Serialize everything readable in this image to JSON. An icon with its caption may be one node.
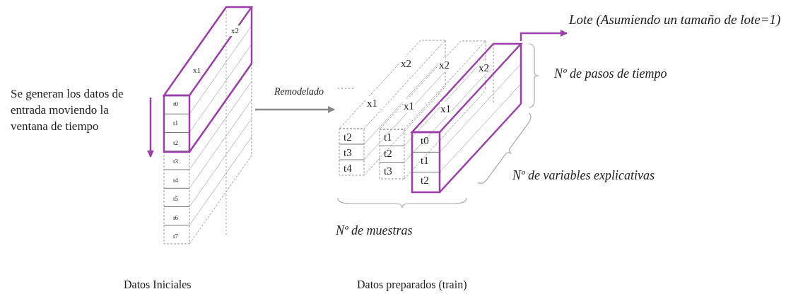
{
  "diagram": {
    "nodes": [
      {
        "text": [],
        "shape": "box"
      },
      {
        "text": [],
        "shape": "box"
      },
      {
        "text": [],
        "shape": "box"
      },
      {
        "text": [
          "Lote (Asumiendo un tamaño de lote=1)"
        ]
      }
    ],
    "edges": [
      {
        "from": 0,
        "to": 1,
        "arrow": "to",
        "label": "Remodelado"
      },
      {
        "from": 2,
        "to": 3,
        "arrow": "to",
        "color": "#9b3fa8"
      }
    ],
    "labels": [
      "Se generan los datos de entrada moviendo la ventana de tiempo",
      "x2",
      "x1",
      "t0",
      "t1",
      "t2",
      "t3",
      "t4",
      "t5",
      "t6",
      "t7",
      "x2",
      "x2",
      "x2",
      "x1",
      "x1",
      "x1",
      "t2",
      "t1",
      "t0",
      "t3",
      "t2",
      "t1",
      "t4",
      "t3",
      "t2",
      "Nº de pasos de tiempo",
      "Nº de variables explicativas",
      "Nº de muestras",
      "Datos Iniciales",
      "Datos preparados (train)"
    ]
  }
}
